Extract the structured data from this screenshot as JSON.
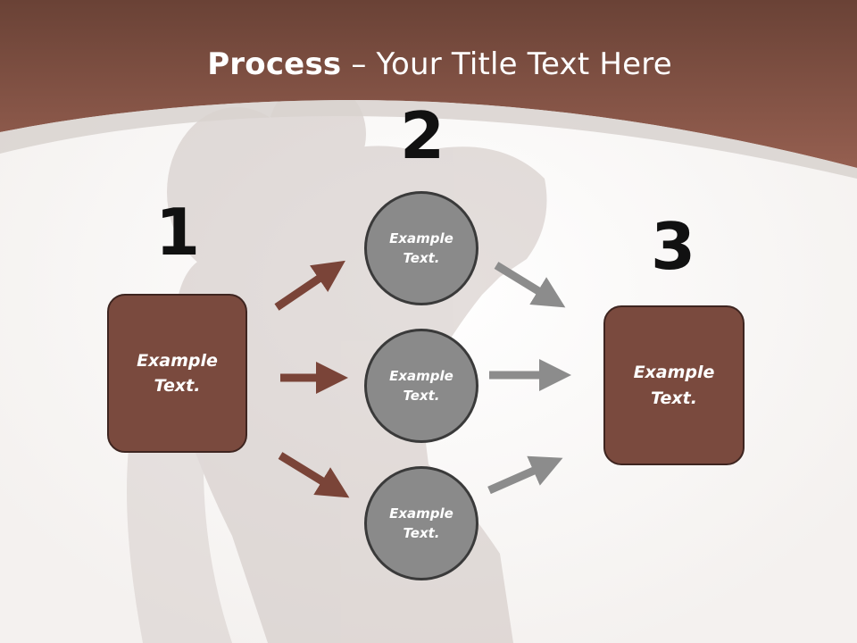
{
  "title": {
    "bold": "Process",
    "rest": " – Your Title Text Here"
  },
  "steps": [
    {
      "number": "1",
      "line1": "Example",
      "line2": "Text."
    },
    {
      "number": "2"
    },
    {
      "number": "3",
      "line1": "Example",
      "line2": "Text."
    }
  ],
  "circles": [
    {
      "line1": "Example",
      "line2": "Text."
    },
    {
      "line1": "Example",
      "line2": "Text."
    },
    {
      "line1": "Example",
      "line2": "Text."
    }
  ],
  "colors": {
    "header": "#8a5a4b",
    "box_fill": "#7a4a3e",
    "box_border": "#3e2520",
    "circle_fill": "#8a8a8a",
    "circle_border": "#3a3a3a",
    "arrow_brown": "#7a4438",
    "arrow_gray": "#8c8c8c"
  }
}
